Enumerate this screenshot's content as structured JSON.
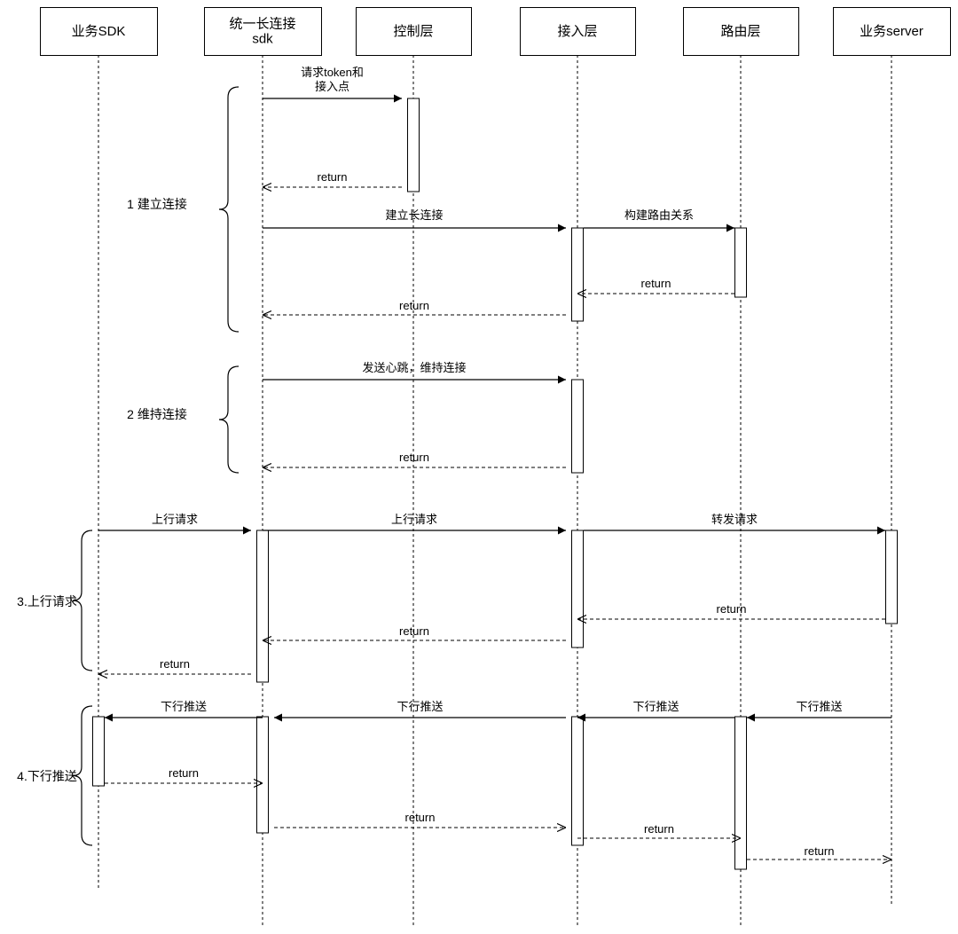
{
  "participants": [
    {
      "id": "biz_sdk",
      "lines": [
        "业务SDK"
      ]
    },
    {
      "id": "conn_sdk",
      "lines": [
        "统一长连接",
        "sdk"
      ]
    },
    {
      "id": "control",
      "lines": [
        "控制层"
      ]
    },
    {
      "id": "access",
      "lines": [
        "接入层"
      ]
    },
    {
      "id": "routing",
      "lines": [
        "路由层"
      ]
    },
    {
      "id": "biz_server",
      "lines": [
        "业务server"
      ]
    }
  ],
  "groups": [
    {
      "id": "g1",
      "label": "1 建立连接"
    },
    {
      "id": "g2",
      "label": "2 维持连接"
    },
    {
      "id": "g3",
      "label": "3.上行请求"
    },
    {
      "id": "g4",
      "label": "4.下行推送"
    }
  ],
  "messages": [
    {
      "id": "m1",
      "from": "conn_sdk",
      "to": "control",
      "kind": "call",
      "lines": [
        "请求token和",
        "接入点"
      ]
    },
    {
      "id": "m2",
      "from": "control",
      "to": "conn_sdk",
      "kind": "return",
      "lines": [
        "return"
      ]
    },
    {
      "id": "m3",
      "from": "conn_sdk",
      "to": "access",
      "kind": "call",
      "lines": [
        "建立长连接"
      ]
    },
    {
      "id": "m4",
      "from": "access",
      "to": "routing",
      "kind": "call",
      "lines": [
        "构建路由关系"
      ]
    },
    {
      "id": "m5",
      "from": "routing",
      "to": "access",
      "kind": "return",
      "lines": [
        "return"
      ]
    },
    {
      "id": "m6",
      "from": "access",
      "to": "conn_sdk",
      "kind": "return",
      "lines": [
        "return"
      ]
    },
    {
      "id": "m7",
      "from": "conn_sdk",
      "to": "access",
      "kind": "call",
      "lines": [
        "发送心跳，维持连接"
      ]
    },
    {
      "id": "m8",
      "from": "access",
      "to": "conn_sdk",
      "kind": "return",
      "lines": [
        "return"
      ]
    },
    {
      "id": "m9",
      "from": "biz_sdk",
      "to": "conn_sdk",
      "kind": "call",
      "lines": [
        "上行请求"
      ]
    },
    {
      "id": "m10",
      "from": "conn_sdk",
      "to": "access",
      "kind": "call",
      "lines": [
        "上行请求"
      ]
    },
    {
      "id": "m11",
      "from": "access",
      "to": "biz_server",
      "kind": "call",
      "lines": [
        "转发请求"
      ]
    },
    {
      "id": "m12",
      "from": "biz_server",
      "to": "access",
      "kind": "return",
      "lines": [
        "return"
      ]
    },
    {
      "id": "m13",
      "from": "access",
      "to": "conn_sdk",
      "kind": "return",
      "lines": [
        "return"
      ]
    },
    {
      "id": "m14",
      "from": "conn_sdk",
      "to": "biz_sdk",
      "kind": "return",
      "lines": [
        "return"
      ]
    },
    {
      "id": "m15",
      "from": "biz_server",
      "to": "routing",
      "kind": "call",
      "lines": [
        "下行推送"
      ]
    },
    {
      "id": "m16",
      "from": "routing",
      "to": "access",
      "kind": "call",
      "lines": [
        "下行推送"
      ]
    },
    {
      "id": "m17",
      "from": "access",
      "to": "conn_sdk",
      "kind": "call",
      "lines": [
        "下行推送"
      ]
    },
    {
      "id": "m18",
      "from": "conn_sdk",
      "to": "biz_sdk",
      "kind": "call",
      "lines": [
        "下行推送"
      ]
    },
    {
      "id": "m19",
      "from": "biz_sdk",
      "to": "conn_sdk",
      "kind": "return",
      "lines": [
        "return"
      ]
    },
    {
      "id": "m20",
      "from": "conn_sdk",
      "to": "access",
      "kind": "return",
      "lines": [
        "return"
      ]
    },
    {
      "id": "m21",
      "from": "access",
      "to": "routing",
      "kind": "return",
      "lines": [
        "return"
      ]
    },
    {
      "id": "m22",
      "from": "routing",
      "to": "biz_server",
      "kind": "return",
      "lines": [
        "return"
      ]
    }
  ]
}
